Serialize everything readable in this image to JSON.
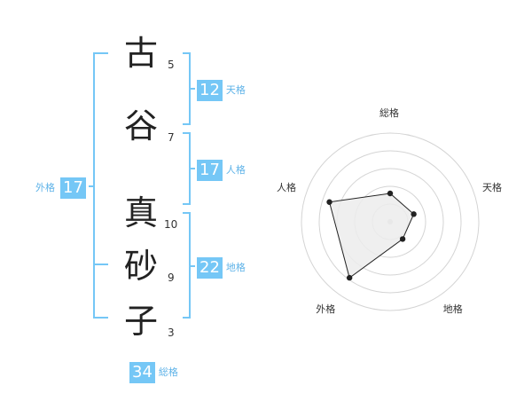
{
  "name": {
    "chars": [
      {
        "char": "古",
        "strokes": "5"
      },
      {
        "char": "谷",
        "strokes": "7"
      },
      {
        "char": "真",
        "strokes": "10"
      },
      {
        "char": "砂",
        "strokes": "9"
      },
      {
        "char": "子",
        "strokes": "3"
      }
    ]
  },
  "fortunes": {
    "tenkaku": {
      "value": "12",
      "label": "天格"
    },
    "jinkaku": {
      "value": "17",
      "label": "人格"
    },
    "chikaku": {
      "value": "22",
      "label": "地格"
    },
    "gaikaku": {
      "value": "17",
      "label": "外格"
    },
    "soukaku": {
      "value": "34",
      "label": "総格"
    }
  },
  "colors": {
    "accent": "#75c7f6",
    "accent_text": "#5fb3e8",
    "bracket": "#75c7f6",
    "radar_fill": "#ececec",
    "radar_grid": "#d4d4d4",
    "radar_line": "#222222"
  },
  "chart_data": {
    "type": "radar",
    "axes": [
      "総格",
      "天格",
      "地格",
      "外格",
      "人格"
    ],
    "values": [
      1.6,
      1.4,
      1.2,
      3.9,
      3.6
    ],
    "range": [
      0,
      5
    ],
    "rings": 5
  }
}
